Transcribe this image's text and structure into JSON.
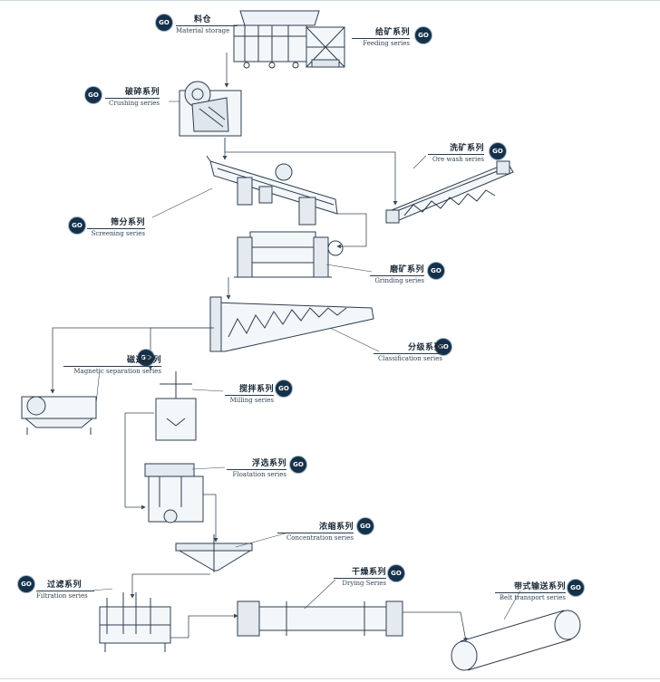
{
  "go_label": "GO",
  "stages": {
    "material_storage": {
      "zh": "料仓",
      "en": "Material storage"
    },
    "feeding": {
      "zh": "给矿系列",
      "en": "Feeding series"
    },
    "crushing": {
      "zh": "破碎系列",
      "en": "Crushing series"
    },
    "ore_wash": {
      "zh": "洗矿系列",
      "en": "Ore wash series"
    },
    "screening": {
      "zh": "筛分系列",
      "en": "Screening series"
    },
    "grinding": {
      "zh": "磨矿系列",
      "en": "Grinding series"
    },
    "classification": {
      "zh": "分级系列",
      "en": "Classification series"
    },
    "magnetic": {
      "zh": "磁选系列",
      "en": "Magnetic separation series"
    },
    "milling": {
      "zh": "搅拌系列",
      "en": "Milling series"
    },
    "floatation": {
      "zh": "浮选系列",
      "en": "Floatation series"
    },
    "concentration": {
      "zh": "浓缩系列",
      "en": "Concentration series"
    },
    "filtration": {
      "zh": "过滤系列",
      "en": "Filtration series"
    },
    "drying": {
      "zh": "干燥系列",
      "en": "Drying Series"
    },
    "belt": {
      "zh": "带式输送系列",
      "en": "Belt transport series"
    }
  },
  "colors": {
    "ink": "#1c2a38",
    "badge": "#15314a",
    "line": "#3a4a5a"
  }
}
